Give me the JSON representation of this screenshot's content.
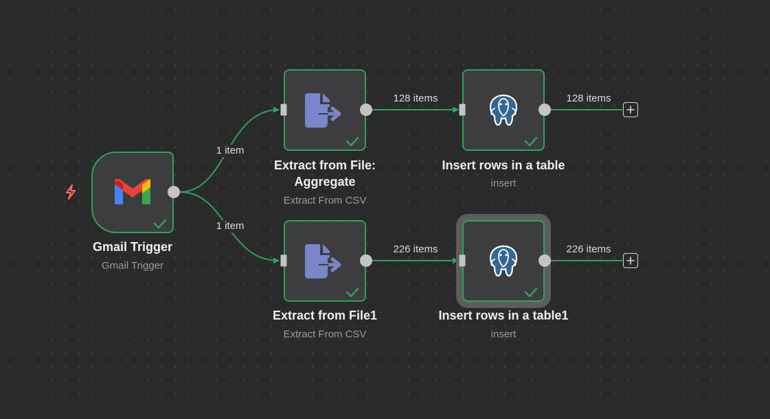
{
  "nodes": {
    "gmail_trigger": {
      "title": "Gmail Trigger",
      "subtitle": "Gmail Trigger",
      "icon": "gmail-icon",
      "status": "success"
    },
    "extract_aggregate": {
      "title_line1": "Extract from File:",
      "title_line2": "Aggregate",
      "subtitle": "Extract From CSV",
      "icon": "file-export-icon",
      "status": "success"
    },
    "insert_rows": {
      "title": "Insert rows in a table",
      "subtitle": "insert",
      "icon": "postgres-icon",
      "status": "success"
    },
    "extract_file1": {
      "title": "Extract from File1",
      "subtitle": "Extract From CSV",
      "icon": "file-export-icon",
      "status": "success"
    },
    "insert_rows1": {
      "title": "Insert rows in a table1",
      "subtitle": "insert",
      "icon": "postgres-icon",
      "status": "success",
      "selected": true
    }
  },
  "edges": {
    "trigger_to_aggregate": "1 item",
    "trigger_to_file1": "1 item",
    "aggregate_to_insert": "128 items",
    "insert_output": "128 items",
    "file1_to_insert1": "226 items",
    "insert1_output": "226 items"
  },
  "colors": {
    "canvas": "#2a2a2a",
    "node_bg": "#3d3d3f",
    "success": "#2ea35a",
    "edge": "#2ea35a",
    "port": "#c4c4c6",
    "trigger_bolt": "#ff6d5a",
    "file_icon": "#7a86c9",
    "postgres_icon": "#336791"
  }
}
